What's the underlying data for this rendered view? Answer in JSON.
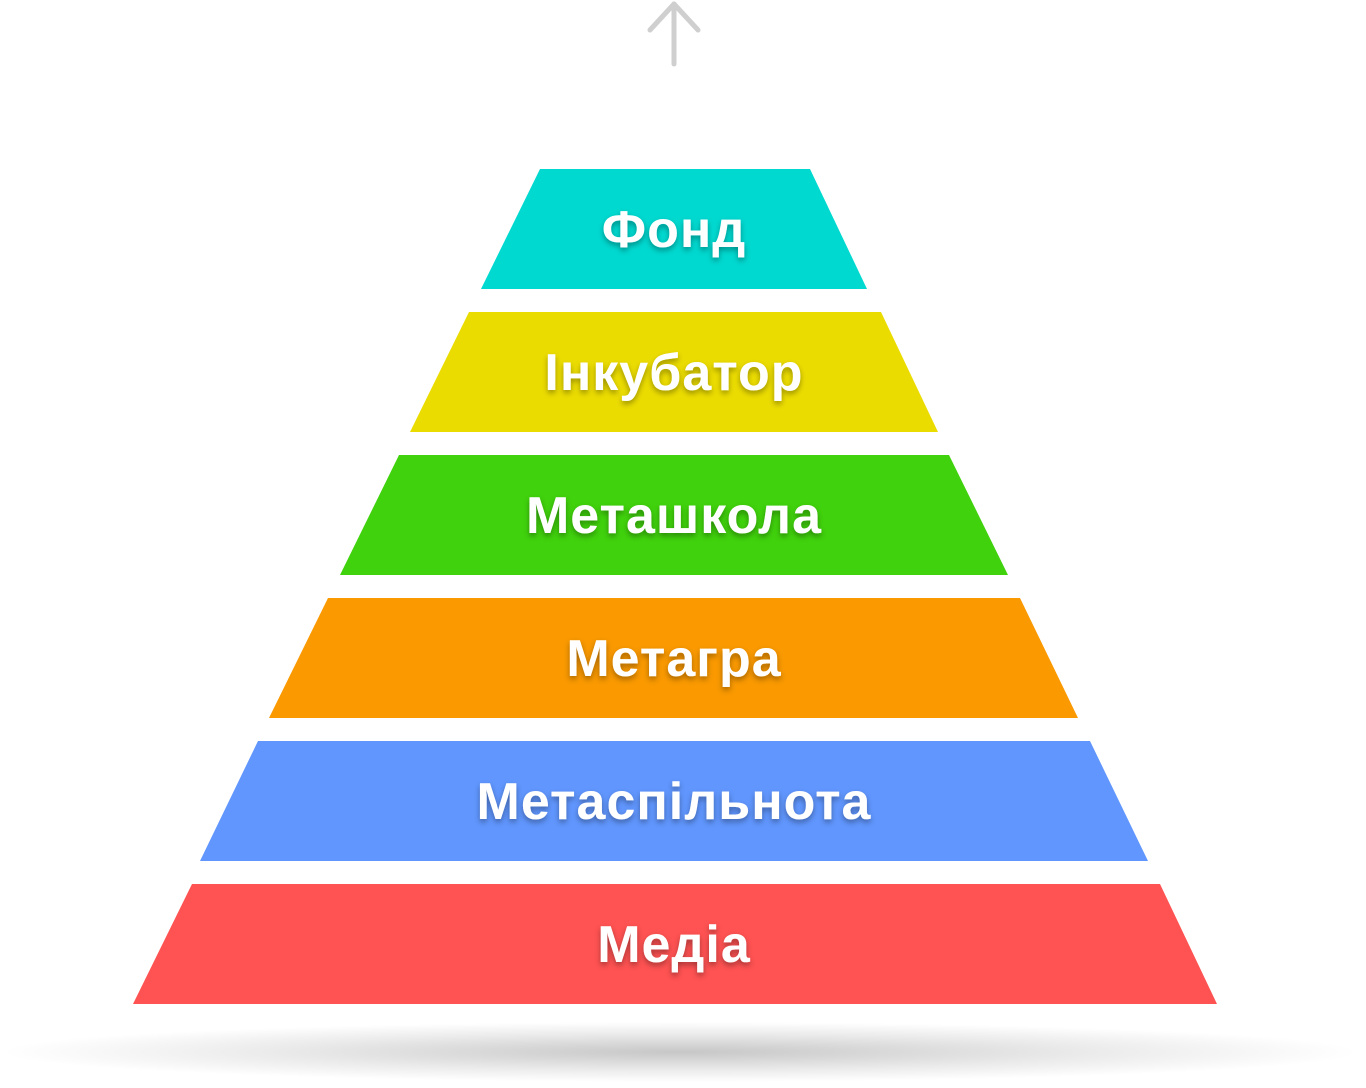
{
  "diagram": {
    "type": "pyramid",
    "direction_arrow": "up-arrow-icon",
    "tiers": [
      {
        "label": "Фонд",
        "color": "#00d9d0"
      },
      {
        "label": "Інкубатор",
        "color": "#ebdc00"
      },
      {
        "label": "Меташкола",
        "color": "#40d20c"
      },
      {
        "label": "Метагра",
        "color": "#fa9900"
      },
      {
        "label": "Метаспільнота",
        "color": "#6096fe"
      },
      {
        "label": "Медіа",
        "color": "#ff5252"
      }
    ]
  }
}
